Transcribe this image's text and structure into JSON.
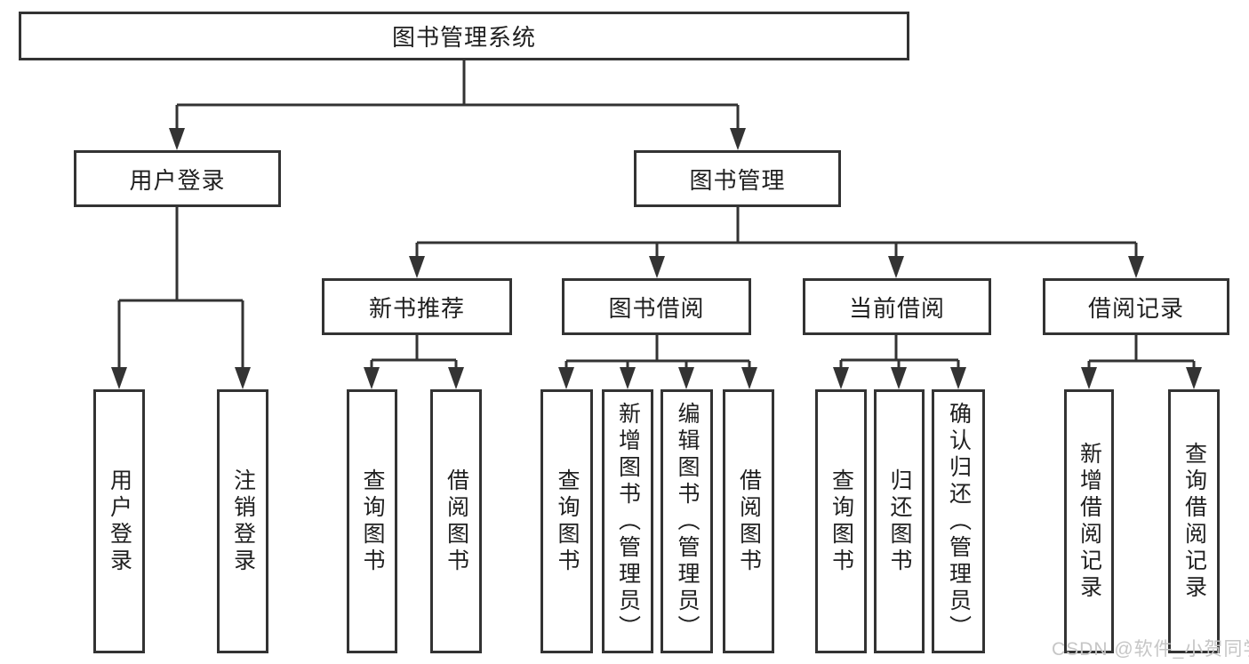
{
  "title": {
    "label": "图书管理系统"
  },
  "level2": {
    "user_login": "用户登录",
    "book_management": "图书管理"
  },
  "level3": {
    "new_book_recommend": "新书推荐",
    "book_borrow": "图书借阅",
    "current_borrow": "当前借阅",
    "borrow_records": "借阅记录"
  },
  "leaves": {
    "user_login": "用户登录",
    "logout": "注销登录",
    "rec_query_books": "查询图书",
    "rec_borrow_books": "借阅图书",
    "bb_query_books": "查询图书",
    "bb_add_book": "新增图书（管理员）",
    "bb_edit_book": "编辑图书（管理员）",
    "bb_borrow_books": "借阅图书",
    "cb_query_books": "查询图书",
    "cb_return_books": "归还图书",
    "cb_confirm_return": "确认归还（管理员）",
    "br_add_record": "新增借阅记录",
    "br_query_record": "查询借阅记录"
  },
  "watermark": {
    "text": "CSDN @软件_小贺同学"
  },
  "colors": {
    "line": "#333333",
    "border": "#333333",
    "text": "#1f1f1f",
    "watermark": "#c6c6c6",
    "background": "#ffffff"
  }
}
